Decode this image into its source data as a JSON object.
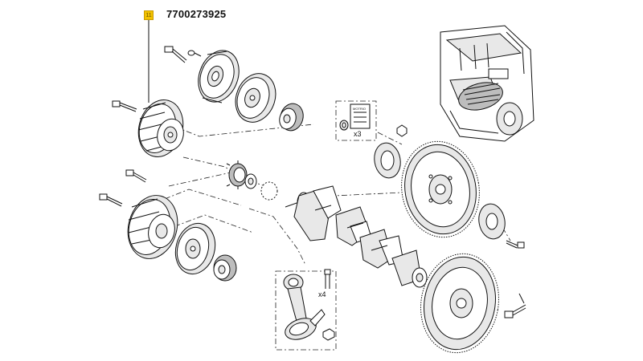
{
  "callout": {
    "marker_label": "11",
    "part_number": "7700273925",
    "marker_color": "#f2c200"
  },
  "labels": {
    "quantity_3": "x3",
    "quantity_4": "x4",
    "bag_label": "MOTRIO"
  },
  "colors": {
    "line": "#111111",
    "highlight": "#f2c200",
    "background": "#ffffff"
  },
  "icons": [
    "crankshaft-pulley",
    "timing-sprocket",
    "crankshaft",
    "connecting-rod",
    "flywheel",
    "engine-block",
    "bolt",
    "washer",
    "grease-bag"
  ]
}
